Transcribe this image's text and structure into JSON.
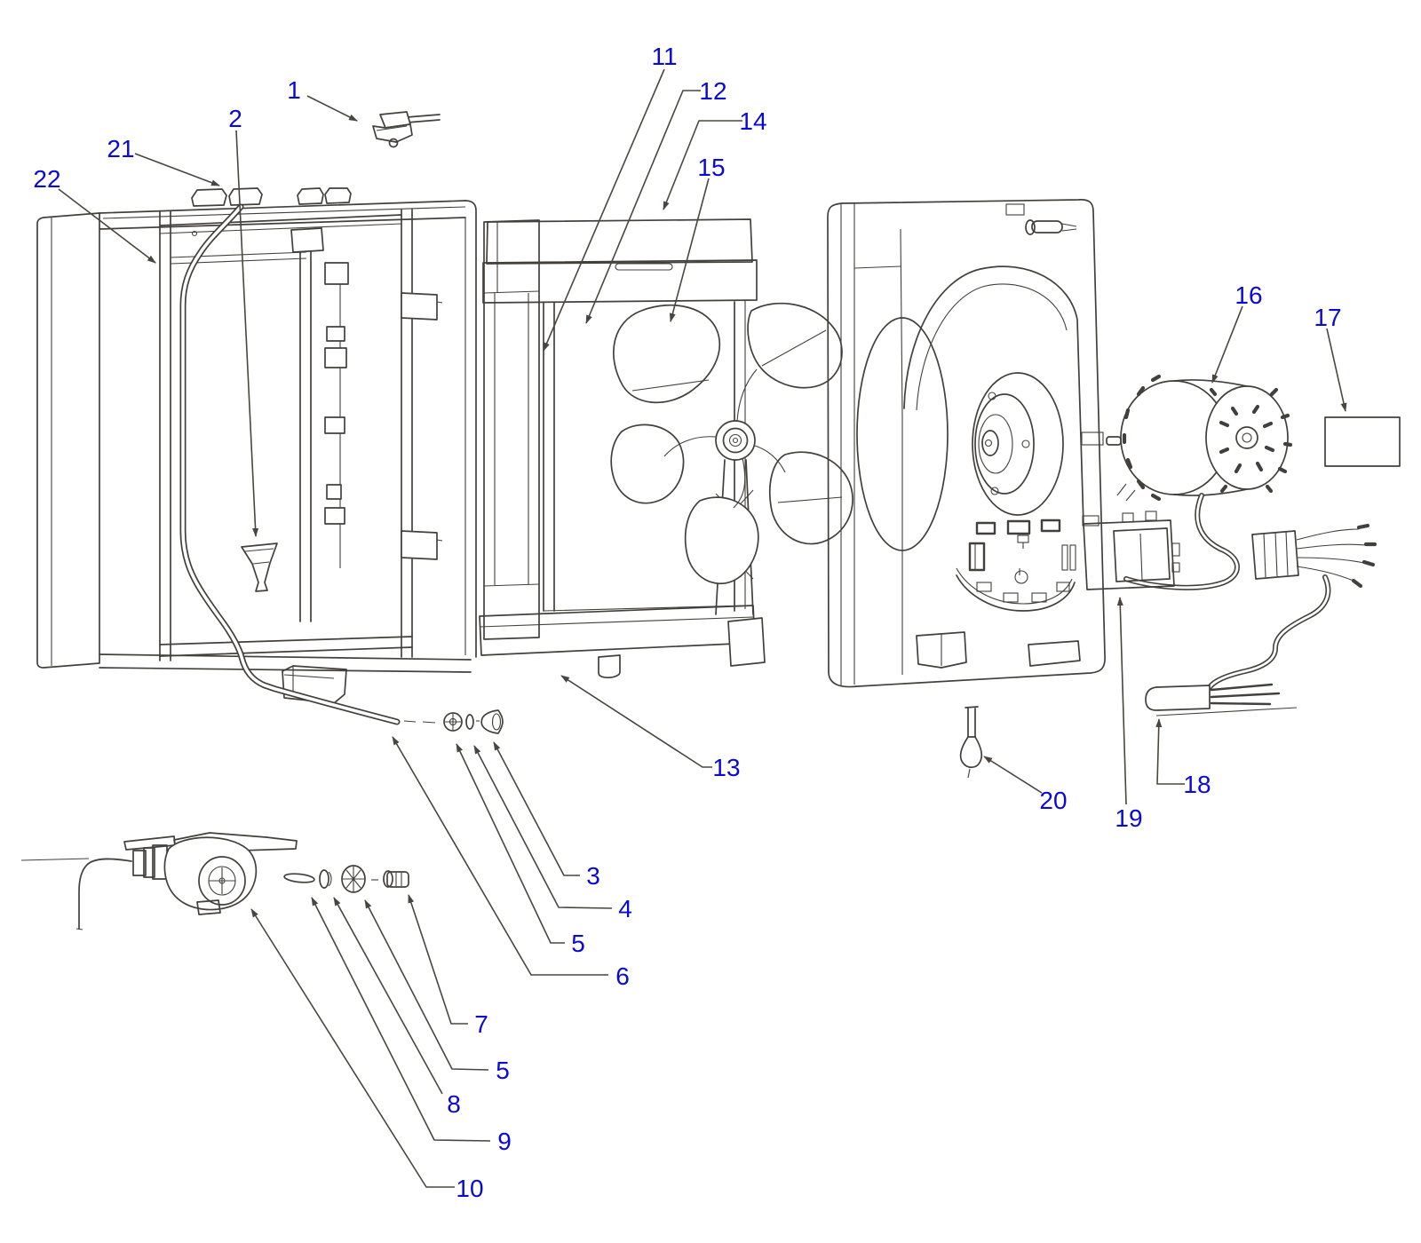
{
  "colors": {
    "background": "#ffffff",
    "line_art": "#43403c",
    "callout_text": "#0a0ad2"
  },
  "callouts": [
    {
      "id": "1",
      "number": "1"
    },
    {
      "id": "2",
      "number": "2"
    },
    {
      "id": "21",
      "number": "21"
    },
    {
      "id": "22",
      "number": "22"
    },
    {
      "id": "11",
      "number": "11"
    },
    {
      "id": "12",
      "number": "12"
    },
    {
      "id": "14",
      "number": "14"
    },
    {
      "id": "15",
      "number": "15"
    },
    {
      "id": "16",
      "number": "16"
    },
    {
      "id": "17",
      "number": "17"
    },
    {
      "id": "3",
      "number": "3"
    },
    {
      "id": "4",
      "number": "4"
    },
    {
      "id": "5a",
      "number": "5"
    },
    {
      "id": "6",
      "number": "6"
    },
    {
      "id": "7",
      "number": "7"
    },
    {
      "id": "5b",
      "number": "5"
    },
    {
      "id": "8",
      "number": "8"
    },
    {
      "id": "9",
      "number": "9"
    },
    {
      "id": "10",
      "number": "10"
    },
    {
      "id": "13",
      "number": "13"
    },
    {
      "id": "20",
      "number": "20"
    },
    {
      "id": "19",
      "number": "19"
    },
    {
      "id": "18",
      "number": "18"
    }
  ]
}
